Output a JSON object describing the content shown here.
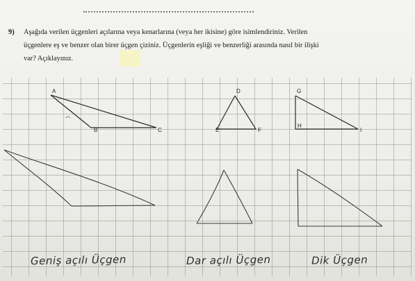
{
  "question": {
    "number": "9)",
    "line1": "Aşağıda verilen üçgenleri açılarına veya kenarlarına (veya her ikisine) göre isimlendiriniz. Verilen",
    "line2": "üçgenlere eş ve benzer olan birer üçgen çiziniz. Üçgenlerin eşliği ve benzerliği arasında nasıl bir ilişki",
    "line3": "var? Açıklayınız."
  },
  "triangles": {
    "obtuse": {
      "vertices": [
        "A",
        "B",
        "C"
      ]
    },
    "acute": {
      "vertices": [
        "D",
        "E",
        "F"
      ]
    },
    "right": {
      "vertices": [
        "G",
        "H",
        "I"
      ]
    }
  },
  "answers": {
    "obtuse": "Geniş açılı Üçgen",
    "acute": "Dar açılı Üçgen",
    "right": "Dik Üçgen"
  }
}
